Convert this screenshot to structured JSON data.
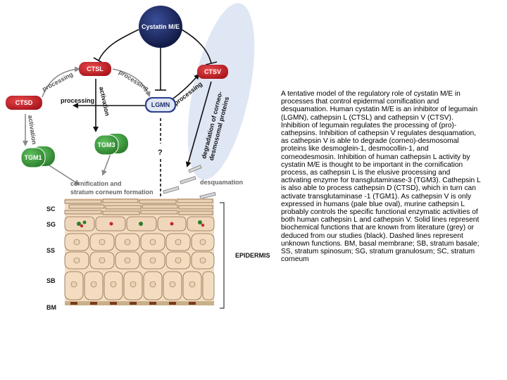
{
  "nodes": {
    "cystatin": "Cystatin M/E",
    "ctsl": "CTSL",
    "ctsv": "CTSV",
    "ctsd": "CTSD",
    "lgmn": "LGMN",
    "tgm3": "TGM3",
    "tgm1": "TGM1"
  },
  "edges": {
    "processing_top_left": "processing",
    "processing_top_right": "processing",
    "processing_ctsd": "processing",
    "activation_ctsl": "activation",
    "activation_ctsd": "activation",
    "processing_ctsv": "processing",
    "degradation_line1": "degradation of corneo-",
    "degradation_line2": "desmosomal proteins",
    "unknown_mark": "?"
  },
  "labels": {
    "cornification_line1": "cornification and",
    "cornification_line2": "stratum corneum formation",
    "desquamation": "desquamation",
    "epidermis": "EPIDERMIS"
  },
  "layers": {
    "sc": "SC",
    "sg": "SG",
    "ss": "SS",
    "sb": "SB",
    "bm": "BM"
  },
  "colors": {
    "cystatin_fill": "#1e2d6b",
    "protease_fill": "#c8262c",
    "lgmn_fill": "#2a3f8f",
    "tgm_fill": "#3a9a3a",
    "grey_arrow": "#8a8a8a",
    "human_oval": "#dfe6f4",
    "cell_fill": "#f3dcc0"
  },
  "caption": "A tentative model of the regulatory role of cystatin M/E in processes that control epidermal cornification and desquamation. Human cystatin M/E is an inhibitor of legumain (LGMN), cathepsin L (CTSL) and cathepsin V (CTSV). Inhibition of legumain regulates the processing of (pro)-cathepsins. Inhibition of cathepsin V regulates desquamation, as cathepsin V is able to degrade (corneo)-desmosomal proteins like desmoglein-1, desmocollin-1, and corneodesmosin. Inhibition of human cathepsin L activity by cystatin M/E is thought to be important in the cornification process, as cathepsin L is the elusive processing and activating enzyme for transglutaminase-3 (TGM3). Cathepsin L is also able to process cathepsin D (CTSD), which in turn can activate transglutaminase -1 (TGM1). As cathepsin V is only expressed in humans (pale blue oval), murine cathepsin L probably controls the specific functional enzymatic activities of both human cathepsin L and cathepsin V. Solid lines represent biochemical functions that are known from literature (grey) or deduced from our studies (black). Dashed lines represent unknown functions. BM, basal membrane; SB, stratum basale; SS, stratum spinosum; SG, stratum granulosum; SC, stratum corneum"
}
